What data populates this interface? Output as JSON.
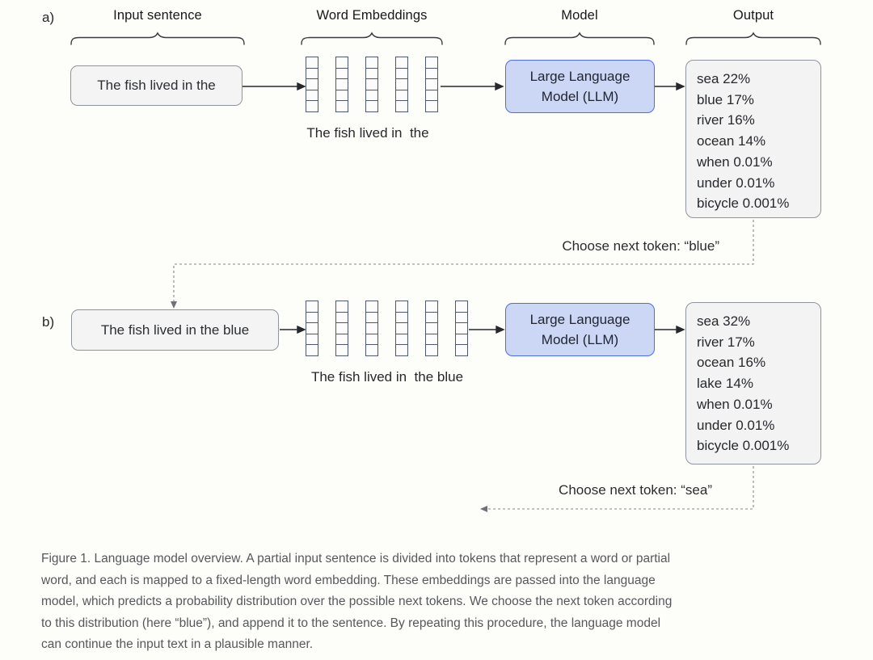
{
  "colors": {
    "model_box_fill": "#ccd7f5",
    "model_box_border": "#4d6de3",
    "plain_box_fill": "#f3f3f4",
    "plain_box_border": "#8f949c",
    "diagram_text": "#26282c",
    "caption_text": "#56585c"
  },
  "headers": [
    "Input sentence",
    "Word Embeddings",
    "Model",
    "Output"
  ],
  "panels": [
    {
      "label": "a)",
      "input_sentence": "The fish lived in the",
      "num_tokens": 5,
      "cells_per_token": 5,
      "token_caption": "The fish lived in  the",
      "model_label": "Large Language Model (LLM)",
      "outputs": [
        "sea 22%",
        "blue 17%",
        "river 16%",
        "ocean 14%",
        "when 0.01%",
        "under 0.01%",
        "bicycle 0.001%"
      ],
      "choose_text": "Choose next token: “blue”"
    },
    {
      "label": "b)",
      "input_sentence": "The fish lived in the blue",
      "num_tokens": 6,
      "cells_per_token": 5,
      "token_caption": "The fish lived in  the blue",
      "model_label": "Large Language Model (LLM)",
      "outputs": [
        "sea 32%",
        "river 17%",
        "ocean 16%",
        "lake 14%",
        "when 0.01%",
        "under 0.01%",
        "bicycle 0.001%"
      ],
      "choose_text": "Choose next token: “sea”"
    }
  ],
  "caption": {
    "lines": [
      "Figure 1. Language model overview. A partial input sentence is divided into tokens that represent a word or partial",
      "word, and each is mapped to a fixed-length word embedding. These embeddings are passed into the language",
      "model, which predicts a probability distribution over the possible next tokens. We choose the next token according",
      "to this distribution (here “blue”), and append it to the sentence. By repeating this procedure, the language model",
      "can continue the input text in a plausible manner."
    ]
  }
}
